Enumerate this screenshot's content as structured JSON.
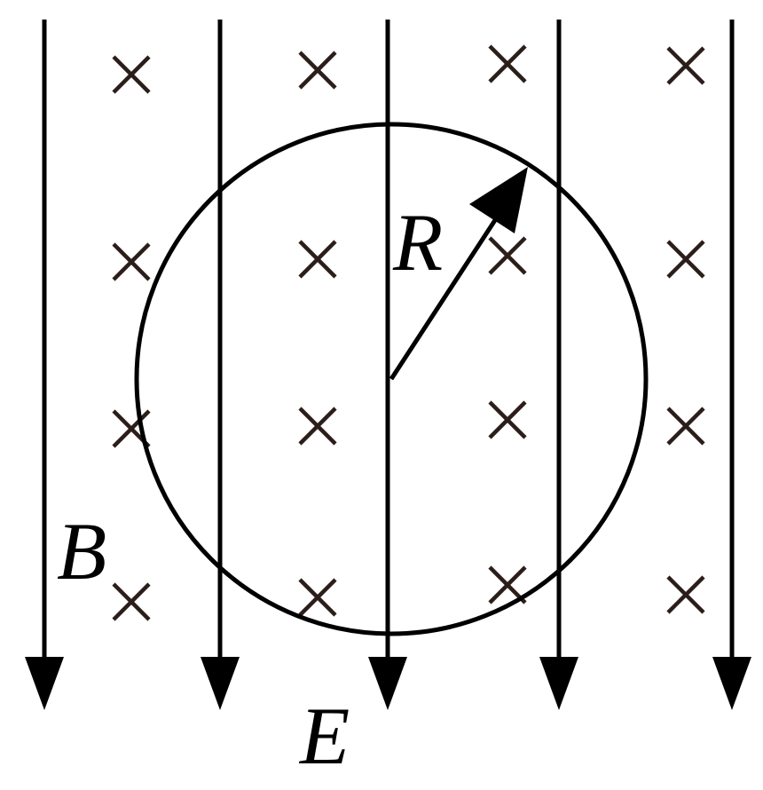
{
  "labels": {
    "radius": "R",
    "magnetic_field": "B",
    "electric_field": "E"
  },
  "colors": {
    "lines": "#000000",
    "crosses": "#2b1d1a",
    "background": "#ffffff"
  },
  "icons": {
    "field_direction_symbol": "cross-into-page",
    "electric_field_arrow": "arrow-down"
  }
}
